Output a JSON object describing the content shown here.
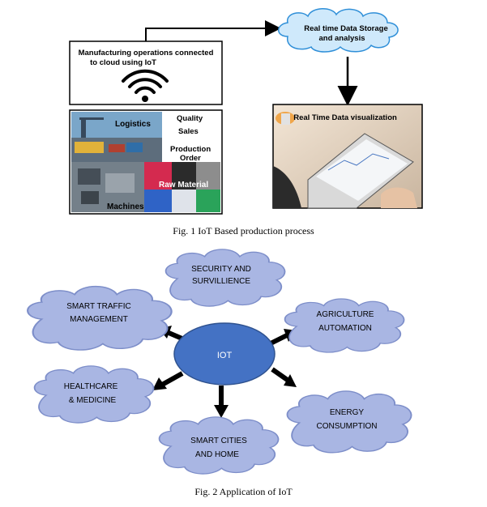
{
  "fig1": {
    "manufacturing_line1": "Manufacturing operations connected",
    "manufacturing_line2": "to cloud using IoT",
    "cloud_line1": "Real time Data Storage",
    "cloud_line2": "and analysis",
    "visualization_label": "Real Time Data visualization",
    "photo_labels": {
      "logistics": "Logistics",
      "quality": "Quality",
      "sales": "Sales",
      "production1": "Production",
      "production2": "Order",
      "raw_material": "Raw Material",
      "machines": "Machines"
    },
    "caption": "Fig. 1 IoT Based production process"
  },
  "fig2": {
    "center": "IOT",
    "security_1": "SECURITY AND",
    "security_2": "SURVILLIENCE",
    "traffic_1": "SMART TRAFFIC",
    "traffic_2": "MANAGEMENT",
    "agri_1": "AGRICULTURE",
    "agri_2": "AUTOMATION",
    "health_1": "HEALTHCARE",
    "health_2": "& MEDICINE",
    "energy_1": "ENERGY",
    "energy_2": "CONSUMPTION",
    "cities_1": "SMART CITIES",
    "cities_2": "AND HOME",
    "caption": "Fig. 2 Application of IoT"
  },
  "colors": {
    "cloud_fill": "#a9b6e3",
    "cloud_stroke": "#7d8ec9",
    "center_fill": "#4472c4",
    "data_cloud_fill": "#cfe9fb"
  }
}
